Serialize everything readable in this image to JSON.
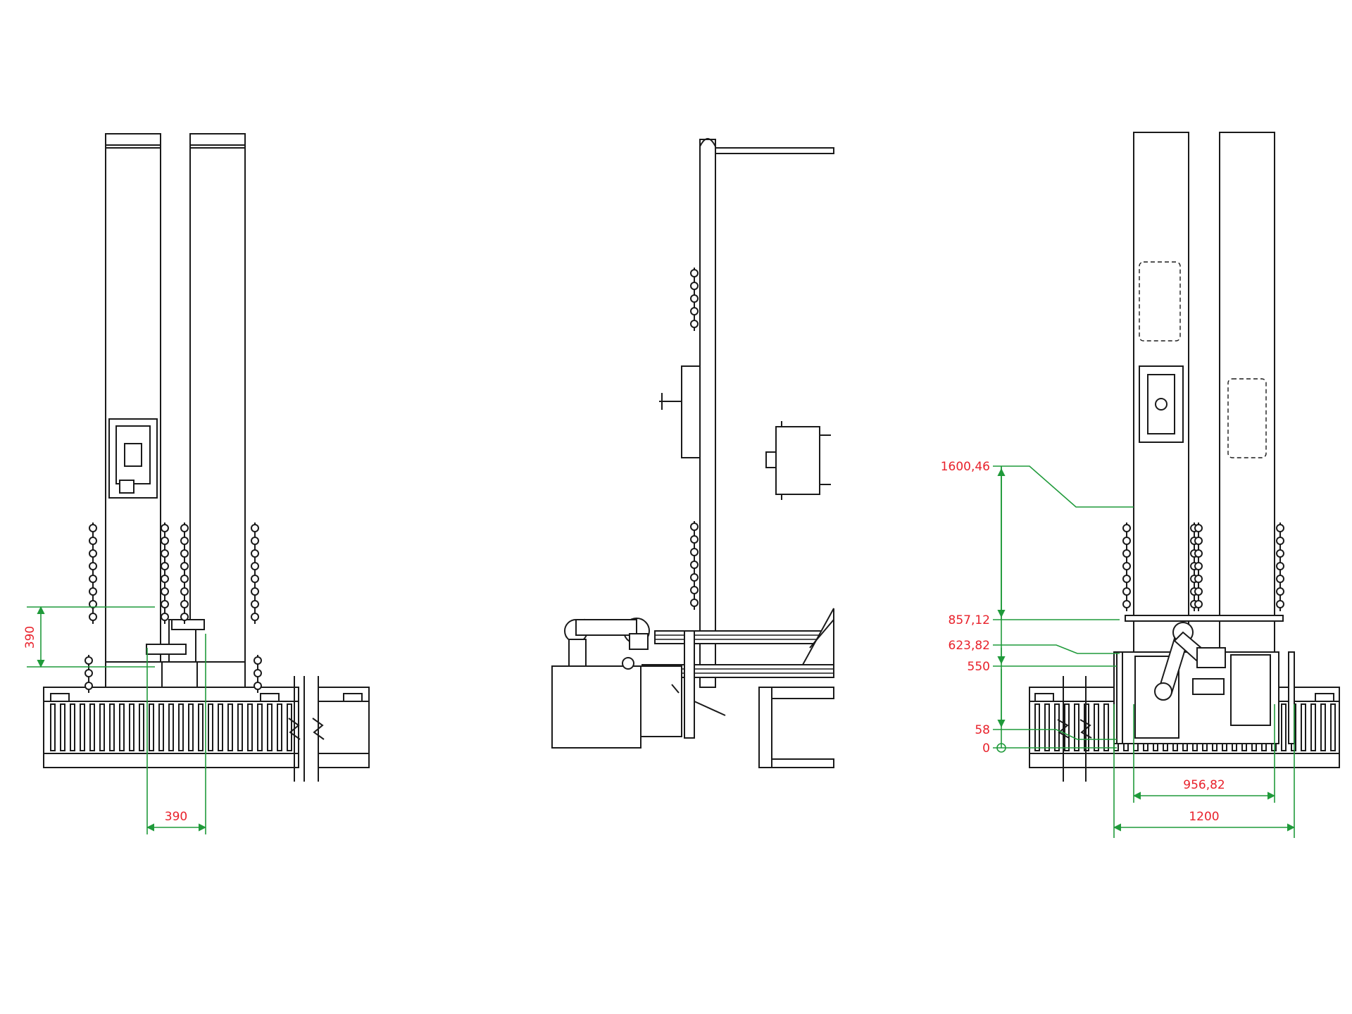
{
  "views": {
    "front": {
      "dimensions": {
        "vertical": "390",
        "horizontal": "390"
      }
    },
    "rear": {
      "levels": [
        "1600,46",
        "857,12",
        "623,82",
        "550",
        "58",
        "0"
      ],
      "widths": [
        "956,82",
        "1200"
      ]
    }
  },
  "colors": {
    "linework": "#1a1a1a",
    "dimension_lines": "#1f9a3a",
    "dimension_text": "#e8212b"
  }
}
